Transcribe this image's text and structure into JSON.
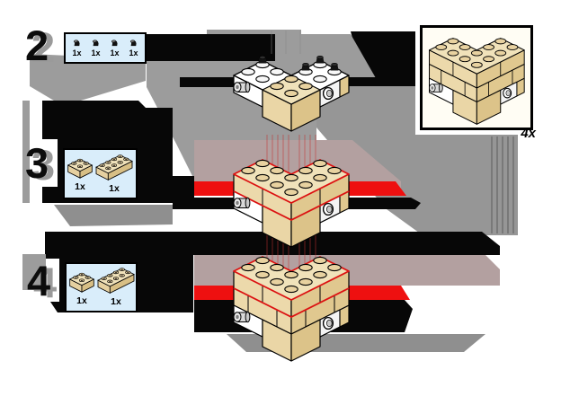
{
  "steps": [
    {
      "number": "2",
      "parts": [
        {
          "icon": "mini-black-piece",
          "count": "1x"
        },
        {
          "icon": "mini-black-piece",
          "count": "1x"
        },
        {
          "icon": "mini-black-piece",
          "count": "1x"
        },
        {
          "icon": "mini-black-piece",
          "count": "1x"
        }
      ]
    },
    {
      "number": "3",
      "parts": [
        {
          "icon": "tan-brick-2x2",
          "count": "1x"
        },
        {
          "icon": "tan-brick-2x4",
          "count": "1x"
        }
      ]
    },
    {
      "number": "4",
      "parts": [
        {
          "icon": "tan-brick-2x2",
          "count": "1x"
        },
        {
          "icon": "tan-brick-2x4",
          "count": "1x"
        }
      ]
    }
  ],
  "callout": {
    "count_label": "4x"
  },
  "colors": {
    "parts_box_bg": "#d9edfa",
    "red_marker": "#ee1010",
    "mauve_band": "#b3a0a0",
    "shadow_gray": "#9c9c9c",
    "brick_tan": "#ecd9ab",
    "callout_bg": "#fffdf4"
  }
}
